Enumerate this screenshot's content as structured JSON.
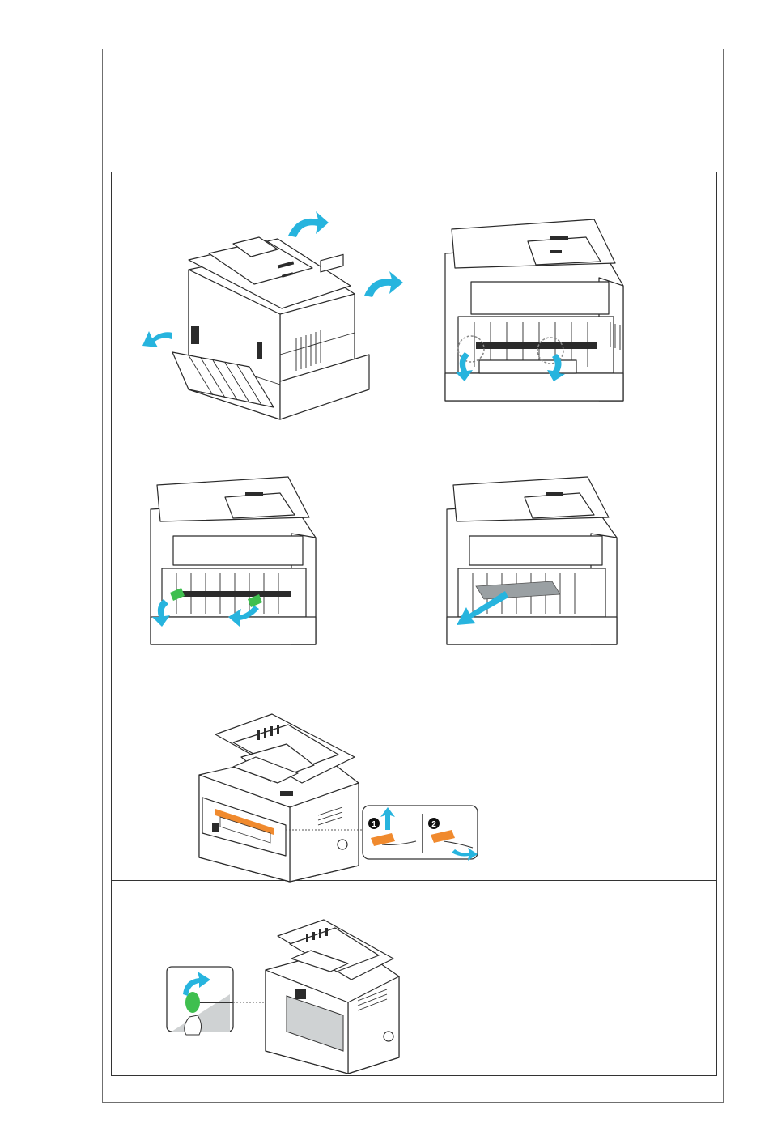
{
  "page": {
    "background": "#ffffff",
    "border_color": "#6f6f6f",
    "accent_arrow": "#27b4de",
    "accent_orange": "#f08a2e",
    "accent_green": "#3fbf4f"
  },
  "steps": [
    {
      "id": "rear-door",
      "icons": [
        "open-rear-door-arrow-icon",
        "rotate-arrow-icon"
      ]
    },
    {
      "id": "fuser-levers",
      "icons": [
        "lever-down-arrow-icon"
      ]
    },
    {
      "id": "green-levers",
      "icons": [
        "green-lever-icon"
      ]
    },
    {
      "id": "pull-paper",
      "icons": [
        "pull-out-arrow-icon"
      ]
    },
    {
      "id": "front-cover-callout",
      "callout_numbers": [
        "1",
        "2"
      ],
      "icons": [
        "hand-press-icon",
        "lift-arrow-icon"
      ]
    },
    {
      "id": "knob-callout",
      "icons": [
        "green-knob-icon",
        "finger-icon",
        "rotate-arrow-icon"
      ]
    }
  ]
}
